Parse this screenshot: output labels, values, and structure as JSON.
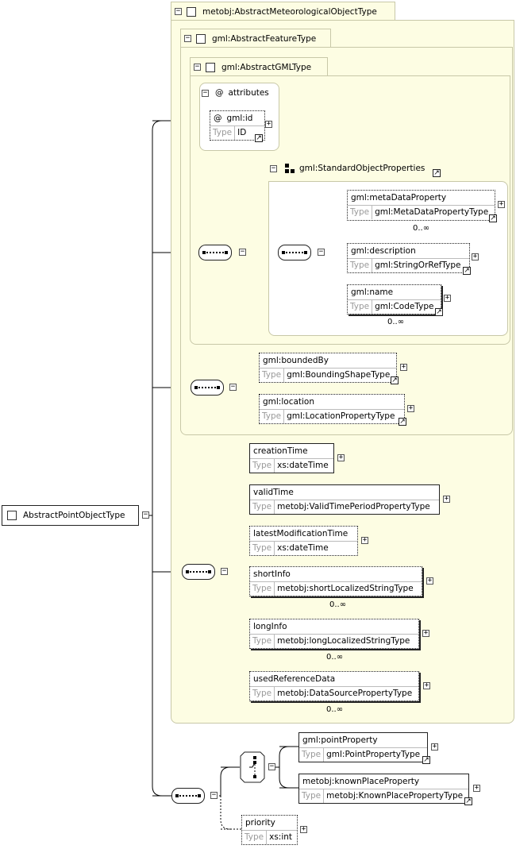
{
  "root": {
    "name": "AbstractPointObjectType"
  },
  "type_label": "Type",
  "panels": {
    "meteo": "metobj:AbstractMeteorologicalObjectType",
    "feature": "gml:AbstractFeatureType",
    "gml": "gml:AbstractGMLType"
  },
  "attributes": {
    "label": "attributes",
    "at": "@",
    "id_name": "gml:id",
    "id_type": "ID"
  },
  "group": {
    "name": "gml:StandardObjectProperties"
  },
  "elements": {
    "metaDataProperty": {
      "name": "gml:metaDataProperty",
      "type": "gml:MetaDataPropertyType",
      "occ": "0..∞"
    },
    "description": {
      "name": "gml:description",
      "type": "gml:StringOrRefType"
    },
    "gmlname": {
      "name": "gml:name",
      "type": "gml:CodeType",
      "occ": "0..∞"
    },
    "boundedBy": {
      "name": "gml:boundedBy",
      "type": "gml:BoundingShapeType"
    },
    "location": {
      "name": "gml:location",
      "type": "gml:LocationPropertyType"
    },
    "creationTime": {
      "name": "creationTime",
      "type": "xs:dateTime"
    },
    "validTime": {
      "name": "validTime",
      "type": "metobj:ValidTimePeriodPropertyType"
    },
    "latestModificationTime": {
      "name": "latestModificationTime",
      "type": "xs:dateTime"
    },
    "shortInfo": {
      "name": "shortInfo",
      "type": "metobj:shortLocalizedStringType",
      "occ": "0..∞"
    },
    "longInfo": {
      "name": "longInfo",
      "type": "metobj:longLocalizedStringType",
      "occ": "0..∞"
    },
    "usedReferenceData": {
      "name": "usedReferenceData",
      "type": "metobj:DataSourcePropertyType",
      "occ": "0..∞"
    },
    "pointProperty": {
      "name": "gml:pointProperty",
      "type": "gml:PointPropertyType"
    },
    "knownPlaceProperty": {
      "name": "metobj:knownPlaceProperty",
      "type": "metobj:KnownPlacePropertyType"
    },
    "priority": {
      "name": "priority",
      "type": "xs:int"
    }
  }
}
